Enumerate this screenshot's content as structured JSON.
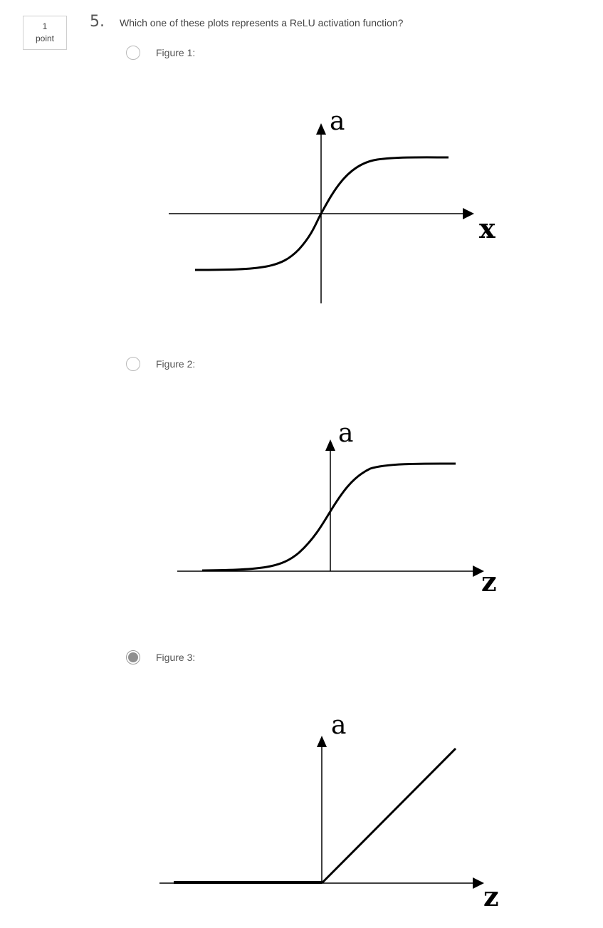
{
  "question": {
    "points_value": "1",
    "points_label": "point",
    "number": "5.",
    "text": "Which one of these plots represents a ReLU activation function?"
  },
  "options": [
    {
      "label": "Figure 1:",
      "selected": false,
      "y_axis_label": "a",
      "x_axis_label": "x"
    },
    {
      "label": "Figure 2:",
      "selected": false,
      "y_axis_label": "a",
      "x_axis_label": "z"
    },
    {
      "label": "Figure 3:",
      "selected": true,
      "y_axis_label": "a",
      "x_axis_label": "z"
    }
  ]
}
